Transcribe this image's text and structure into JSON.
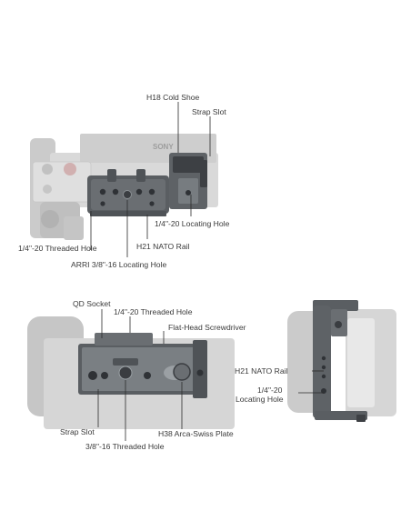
{
  "colors": {
    "camera_body": "#c9c9c9",
    "camera_dark": "#a9a9a9",
    "cage_dark": "#4f5357",
    "cage_mid": "#6a6e72",
    "cage_light": "#8a8f93",
    "leader_line": "#2b2b2b",
    "label_text": "#3a3a3a"
  },
  "top_view": {
    "brand": "SONY",
    "labels": {
      "cold_shoe": "H18 Cold Shoe",
      "strap_slot": "Strap Slot",
      "locating_hole": "1/4\"-20 Locating Hole",
      "threaded_hole": "1/4\"-20 Threaded Hole",
      "nato_rail": "H21 NATO Rail",
      "arri_hole": "ARRI 3/8\"-16 Locating Hole"
    }
  },
  "bottom_view": {
    "labels": {
      "qd_socket": "QD Socket",
      "threaded_hole": "1/4\"-20 Threaded Hole",
      "screwdriver": "Flat-Head Screwdriver",
      "strap_slot": "Strap Slot",
      "arca_plate": "H38 Arca-Swiss Plate",
      "threaded_hole_38": "3/8\"-16 Threaded Hole"
    }
  },
  "side_view": {
    "labels": {
      "nato_rail": "H21 NATO Rail",
      "locating_hole_line1": "1/4\"-20",
      "locating_hole_line2": "Locating Hole"
    }
  }
}
